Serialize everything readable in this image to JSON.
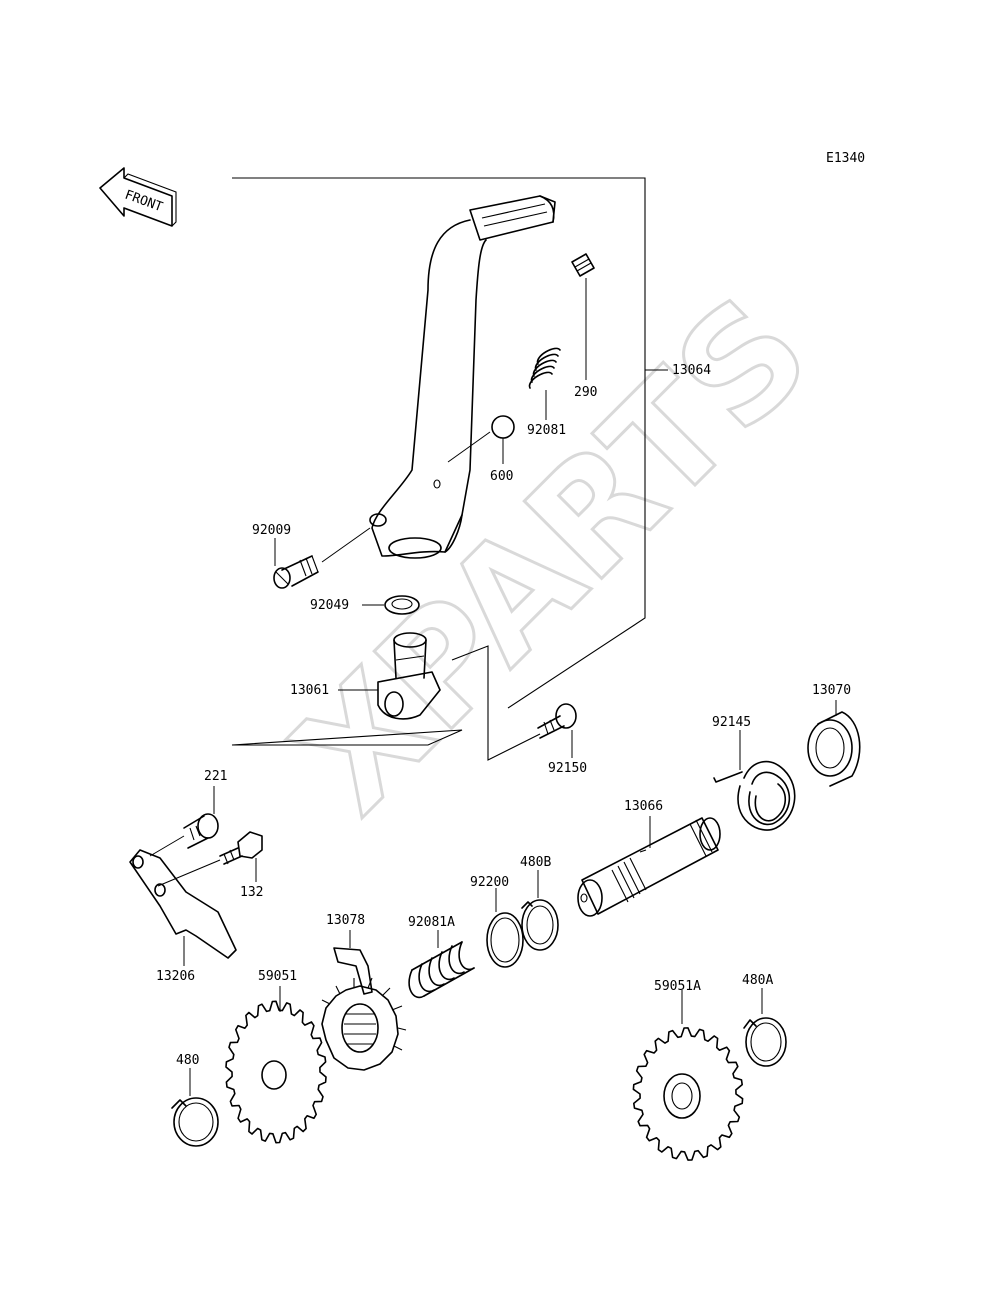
{
  "diagram_code": "E1340",
  "front_marker": "FRONT",
  "watermark": "XPARTS",
  "parts": {
    "p13064": "13064",
    "p290": "290",
    "p92081": "92081",
    "p600": "600",
    "p92009": "92009",
    "p92049": "92049",
    "p13061": "13061",
    "p92150": "92150",
    "p13070": "13070",
    "p92145": "92145",
    "p13066": "13066",
    "p221": "221",
    "p132": "132",
    "p13206": "13206",
    "p480B": "480B",
    "p92200": "92200",
    "p92081A": "92081A",
    "p13078": "13078",
    "p59051": "59051",
    "p59051A": "59051A",
    "p480A": "480A",
    "p480": "480"
  }
}
